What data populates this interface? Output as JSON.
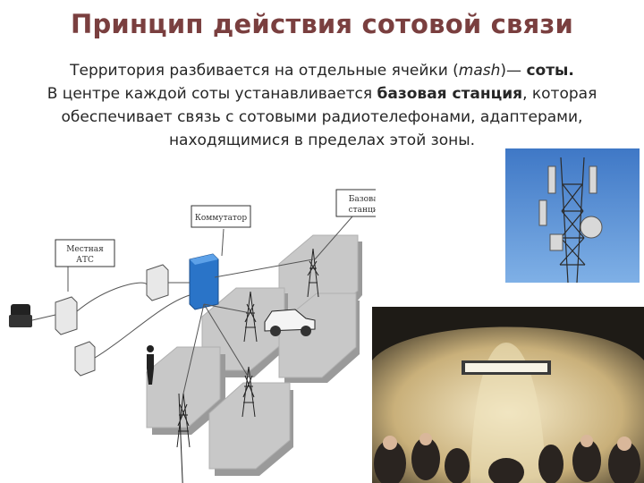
{
  "slide": {
    "title": "Принцип действия сотовой связи",
    "paragraph": {
      "line1_a": "Территория разбивается на отдельные ячейки (",
      "line1_italic": "mash",
      "line1_b": ")— ",
      "line1_bold": "соты.",
      "line2_a": "В центре каждой соты устанавливается ",
      "line2_bold": "базовая станция",
      "line2_b": ", которая",
      "line3": "обеспечивает связь с сотовыми радиотелефонами, адаптерами,",
      "line4": "находящимися в пределах этой зоны."
    }
  },
  "diagram": {
    "labels": {
      "kommutator": "Коммутатор",
      "base_station_1": "Базовая",
      "base_station_2": "станция",
      "ats_1": "Местная",
      "ats_2": "АТС"
    }
  },
  "colors": {
    "title": "#7a3f3f",
    "text": "#262626",
    "hex_fill": "#c8c8c8",
    "switch_blue": "#2a74c8"
  }
}
